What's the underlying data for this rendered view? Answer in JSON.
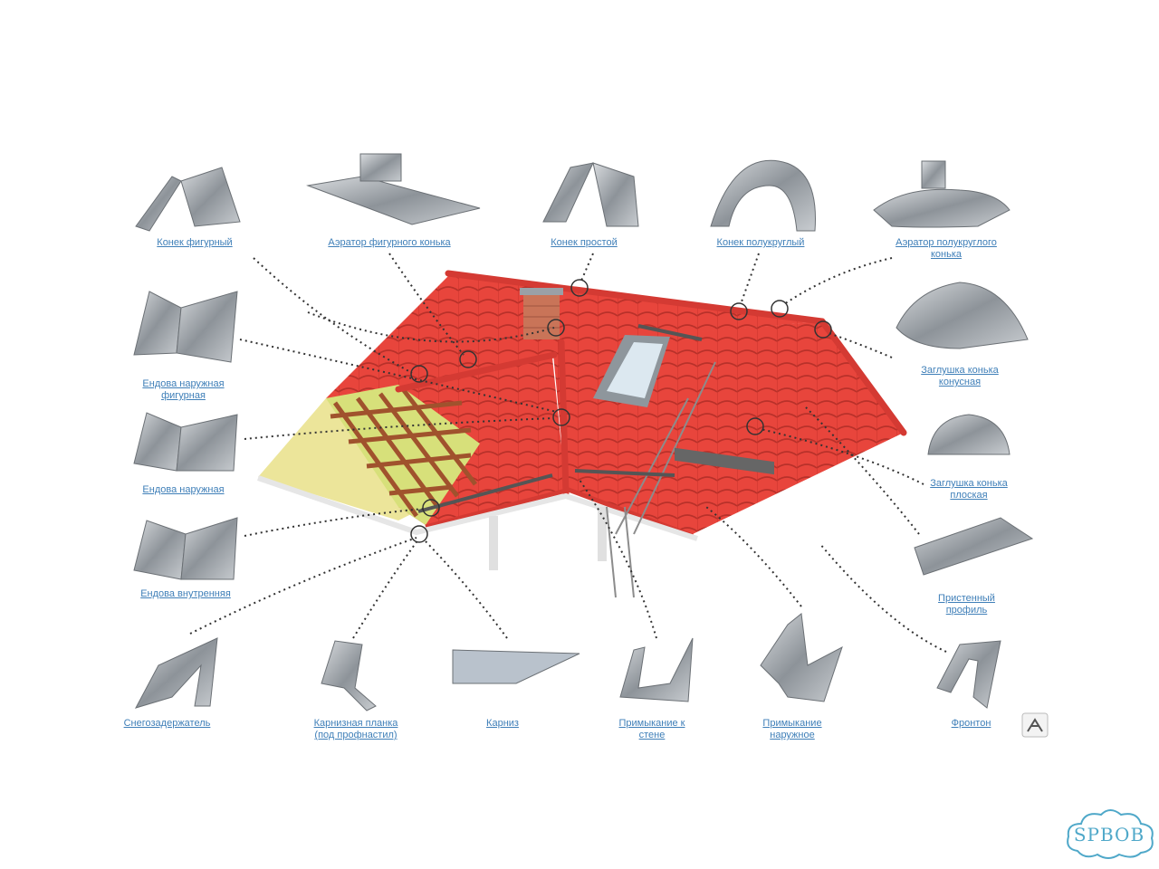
{
  "labels": {
    "ridge_figured": "Конек фигурный",
    "aerator_figured_ridge": "Аэратор фигурного конька",
    "ridge_simple": "Конек простой",
    "ridge_semicircular": "Конек полукруглый",
    "aerator_semicircular_ridge": "Аэратор полукруглого\nконька",
    "valley_outer_figured": "Ендова наружная\nфигурная",
    "ridge_cap_conical": "Заглушка конька\nконусная",
    "valley_outer": "Ендова наружная",
    "ridge_cap_flat": "Заглушка конька\nплоская",
    "valley_inner": "Ендова внутренняя",
    "wall_profile": "Пристенный\nпрофиль",
    "snow_guard": "Снегозадержатель",
    "eave_strip": "Карнизная планка\n(под профнастил)",
    "eave": "Карниз",
    "wall_junction": "Примыкание к\nстене",
    "outer_junction": "Примыкание\nнаружное",
    "gable": "Фронтон"
  },
  "watermark": "SPBOB",
  "colors": {
    "roof": "#e8453c",
    "roof_dark": "#c9322b",
    "gable": "#ece59a",
    "label": "#3f7fb8",
    "metal": "#9aa0a6",
    "logo": "#4fa8c9"
  }
}
